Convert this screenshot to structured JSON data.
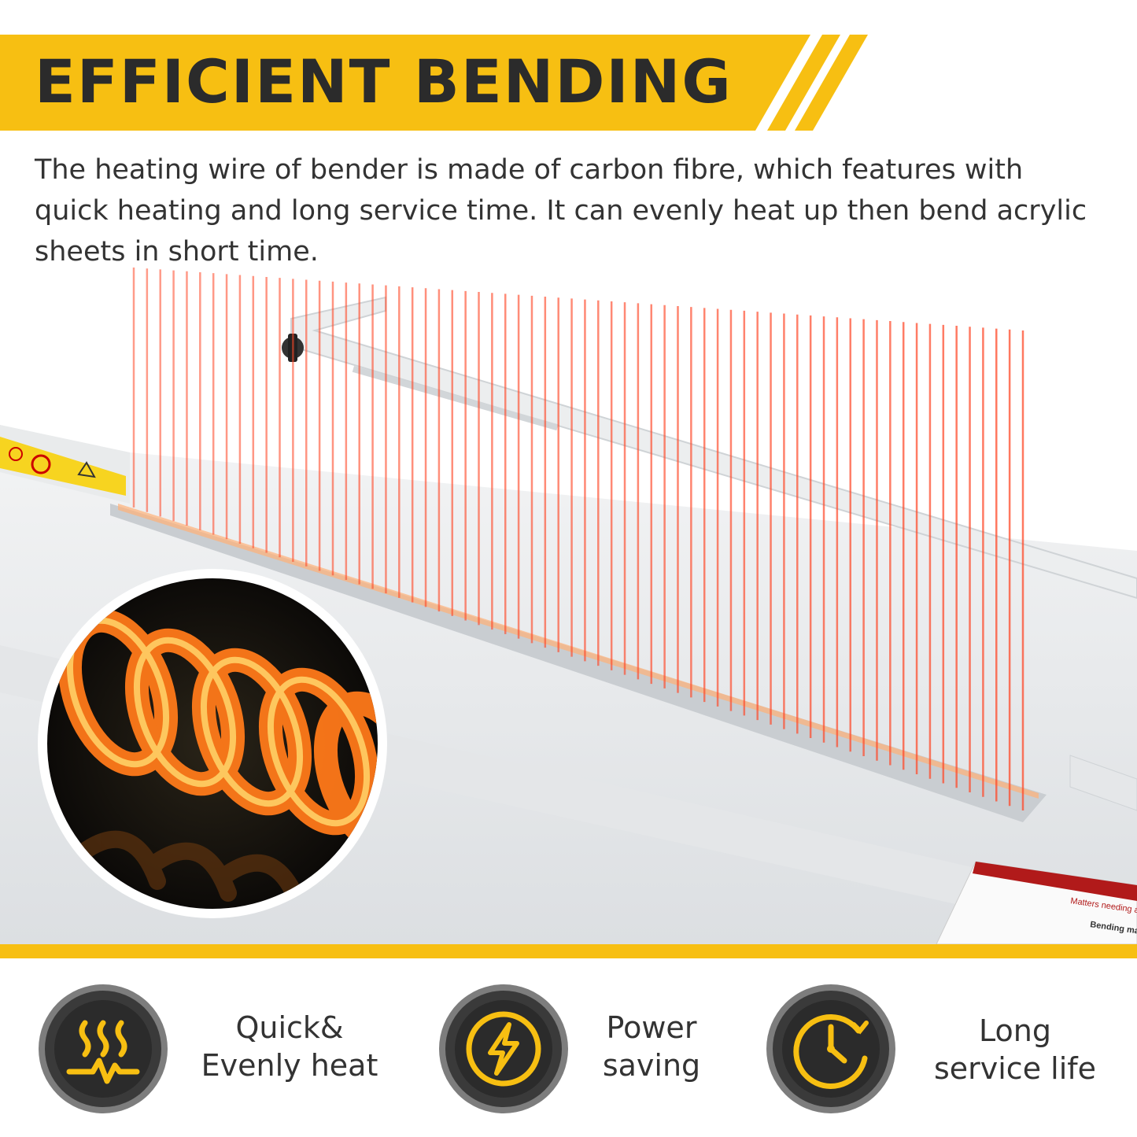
{
  "banner": {
    "title": "EFFICIENT BENDING",
    "accent_color": "#f7bf12"
  },
  "description": "The heating wire of bender is made of carbon fibre, which features with quick heating and long service time. It can evenly heat up then bend acrylic sheets in short time.",
  "product_image": {
    "device": "acrylic bender",
    "inset": "glowing heating coil close-up",
    "warning_label_title": "Matters needing a",
    "warning_label_subtitle": "Bending ma"
  },
  "features": [
    {
      "icon": "heat-wave-icon",
      "line1": "Quick&",
      "line2": "Evenly heat"
    },
    {
      "icon": "lightning-icon",
      "line1": "Power",
      "line2": "saving"
    },
    {
      "icon": "clock-icon",
      "line1": "Long",
      "line2": "service life"
    }
  ]
}
